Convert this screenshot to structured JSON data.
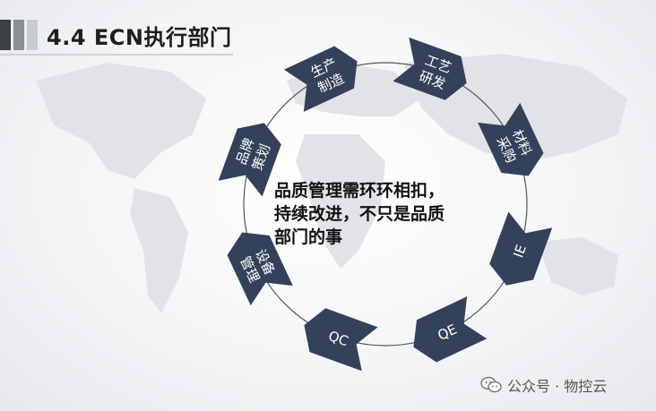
{
  "header": {
    "title": "4.4 ECN执行部门"
  },
  "cycle": {
    "steps": [
      {
        "id": "rd",
        "line1": "工艺",
        "line2": "研发"
      },
      {
        "id": "purchase",
        "line1": "材料",
        "line2": "采购"
      },
      {
        "id": "ie",
        "line1": "IE",
        "line2": ""
      },
      {
        "id": "qe",
        "line1": "QE",
        "line2": ""
      },
      {
        "id": "qc",
        "line1": "QC",
        "line2": ""
      },
      {
        "id": "equipment",
        "line1": "设备",
        "line2": "管理"
      },
      {
        "id": "brand",
        "line1": "品牌",
        "line2": "策划"
      },
      {
        "id": "production",
        "line1": "生产",
        "line2": "制造"
      }
    ],
    "colors": {
      "arrow": "#34415a",
      "ring": "#555555",
      "text": "#ffffff"
    }
  },
  "center": {
    "line1": "品质管理需环环相扣，",
    "line2": "持续改进，不只是品质",
    "line3": "部门的事"
  },
  "watermark": {
    "text": "公众号 · 物控云"
  }
}
